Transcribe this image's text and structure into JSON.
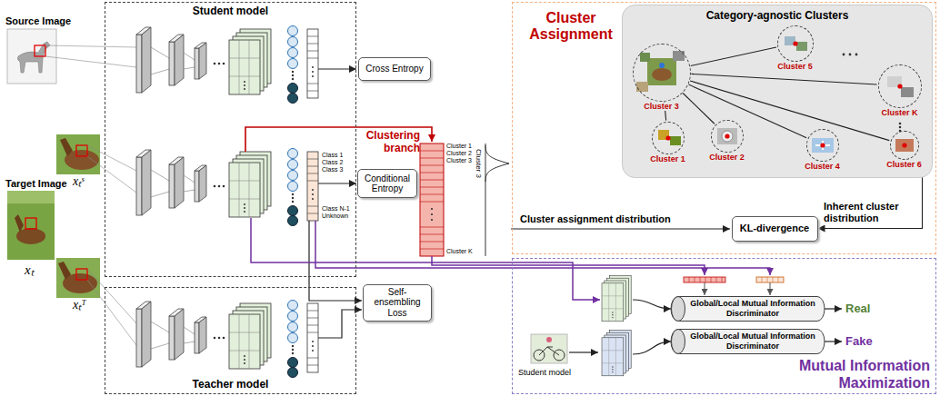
{
  "diagram": {
    "nodes": [
      {
        "text": [
          "Student model"
        ]
      },
      {
        "text": [
          "Cross Entropy"
        ]
      },
      {
        "text": [
          "Conditional Entropy"
        ]
      },
      {
        "text": [
          "Self-ensembling Loss"
        ]
      },
      {
        "text": [
          "Teacher model"
        ]
      },
      {
        "text": [
          "Cluster Assignment"
        ]
      },
      {
        "text": [
          "Category-agnostic Clusters"
        ],
        "in": 5
      },
      {
        "text": [
          "Cluster 3"
        ],
        "in": 6
      },
      {
        "text": [
          "Cluster 1"
        ],
        "in": 6
      },
      {
        "text": [
          "Cluster 2"
        ],
        "in": 6
      },
      {
        "text": [
          "Cluster 5"
        ],
        "in": 6
      },
      {
        "text": [
          "Cluster 4"
        ],
        "in": 6
      },
      {
        "text": [
          "Cluster K"
        ],
        "in": 6
      },
      {
        "text": [
          "Cluster 6"
        ],
        "in": 6
      },
      {
        "text": [
          "KL-divergence"
        ],
        "in": 5
      },
      {
        "text": [
          "Mutual Information Maximization"
        ]
      },
      {
        "text": [
          "Global/Local Mutual Information Discriminator"
        ],
        "in": 15
      },
      {
        "text": [
          "Global/Local Mutual Information Discriminator"
        ],
        "in": 15
      }
    ],
    "edges": [
      {
        "from": 6,
        "to": 14,
        "arrow": "to"
      },
      {
        "from": 7,
        "to": 8,
        "arrow": "none"
      },
      {
        "from": 7,
        "to": 9,
        "arrow": "none"
      },
      {
        "from": 7,
        "to": 10,
        "arrow": "none"
      },
      {
        "from": 7,
        "to": 11,
        "arrow": "none"
      },
      {
        "from": 7,
        "to": 12,
        "arrow": "none"
      },
      {
        "from": 7,
        "to": 13,
        "arrow": "none"
      }
    ],
    "labels": [
      "Source Image",
      "Target Image",
      "xₜ",
      "xₜˢ",
      "xₜᵀ",
      "Clustering branch",
      "Class 1",
      "Class 2",
      "Class 3",
      "Class N-1",
      "Unknown",
      "Cluster 1",
      "Cluster 2",
      "Cluster 3",
      "Cluster K",
      "Cluster 3",
      "Cluster assignment distribution",
      "Inherent cluster distribution",
      "Real",
      "Fake",
      "Student model"
    ]
  }
}
